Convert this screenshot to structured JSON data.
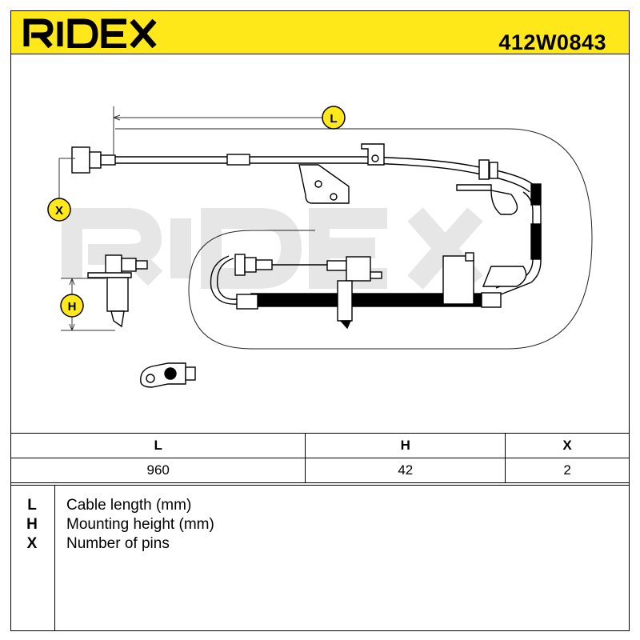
{
  "header": {
    "brand": "RIDEX",
    "part_number": "412W0843",
    "accent_color": "#ffe81a"
  },
  "drawing": {
    "watermark": "RIDEX",
    "dimension_markers": [
      "L",
      "X",
      "H"
    ]
  },
  "specs": {
    "columns": [
      "L",
      "H",
      "X"
    ],
    "values": [
      "960",
      "42",
      "2"
    ]
  },
  "legend": [
    {
      "key": "L",
      "description": "Cable length (mm)"
    },
    {
      "key": "H",
      "description": "Mounting height (mm)"
    },
    {
      "key": "X",
      "description": "Number of pins"
    }
  ]
}
